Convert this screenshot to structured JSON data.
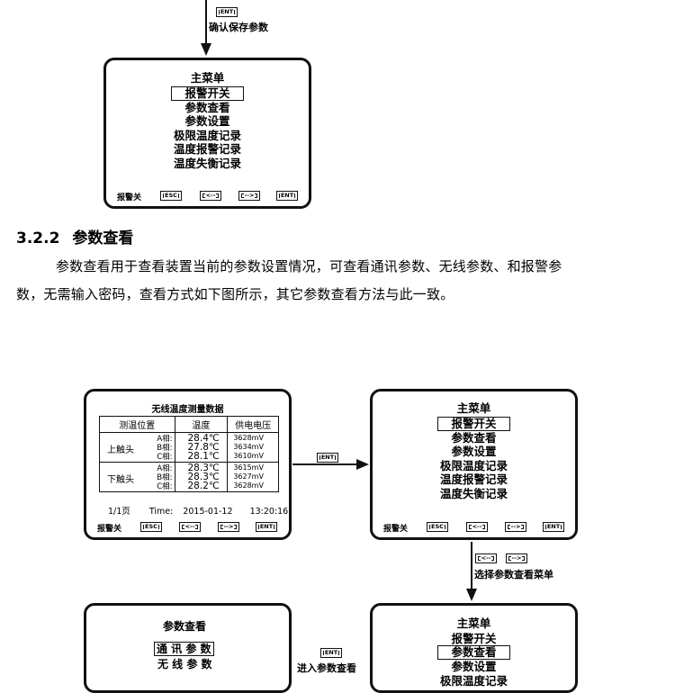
{
  "top_flow": {
    "key": "ENT",
    "caption": "确认保存参数"
  },
  "menu_screen_1": {
    "title": "主菜单",
    "items": [
      "报警开关",
      "参数查看",
      "参数设置",
      "极限温度记录",
      "温度报警记录",
      "温度失衡记录"
    ],
    "highlighted": "报警开关",
    "status": "报警关",
    "keys": [
      "ESC",
      "<--",
      "-->",
      "ENT"
    ]
  },
  "section": {
    "number": "3.2.2",
    "title": "参数查看",
    "para_line1": "参数查看用于查看装置当前的参数设置情况，可查看通讯参数、无线参数、和报警参",
    "para_line2": "数，无需输入密码，查看方式如下图所示，其它参数查看方法与此一致。"
  },
  "data_screen": {
    "title": "无线温度测量数据",
    "headers": [
      "测温位置",
      "温度",
      "供电电压"
    ],
    "groups": [
      {
        "position": "上触头",
        "phases": [
          "A相:",
          "B相:",
          "C相:"
        ],
        "temps": [
          "28.4℃",
          "27.8℃",
          "28.1℃"
        ],
        "voltages": [
          "3628mV",
          "3634mV",
          "3610mV"
        ]
      },
      {
        "position": "下触头",
        "phases": [
          "A相:",
          "B相:",
          "C相:"
        ],
        "temps": [
          "28.3℃",
          "28.3℃",
          "28.2℃"
        ],
        "voltages": [
          "3615mV",
          "3627mV",
          "3628mV"
        ]
      }
    ],
    "page": "1/1页",
    "time_label": "Time:",
    "date": "2015-01-12",
    "clock": "13:20:16",
    "status": "报警关",
    "keys": [
      "ESC",
      "<--",
      "-->",
      "ENT"
    ]
  },
  "arrow_ent_1": {
    "key": "ENT"
  },
  "menu_screen_2": {
    "title": "主菜单",
    "items": [
      "报警开关",
      "参数查看",
      "参数设置",
      "极限温度记录",
      "温度报警记录",
      "温度失衡记录"
    ],
    "highlighted": "报警开关",
    "status": "报警关",
    "keys": [
      "ESC",
      "<--",
      "-->",
      "ENT"
    ]
  },
  "arrow_select": {
    "keys": [
      "<--",
      "-->"
    ],
    "caption": "选择参数查看菜单"
  },
  "param_screen": {
    "title": "参数查看",
    "items": [
      "通 讯 参 数",
      "无 线 参 数"
    ],
    "highlighted": "通 讯 参 数"
  },
  "arrow_enter": {
    "key": "ENT",
    "caption": "进入参数查看"
  },
  "menu_screen_3": {
    "title": "主菜单",
    "items": [
      "报警开关",
      "参数查看",
      "参数设置",
      "极限温度记录"
    ],
    "highlighted": "参数查看"
  }
}
